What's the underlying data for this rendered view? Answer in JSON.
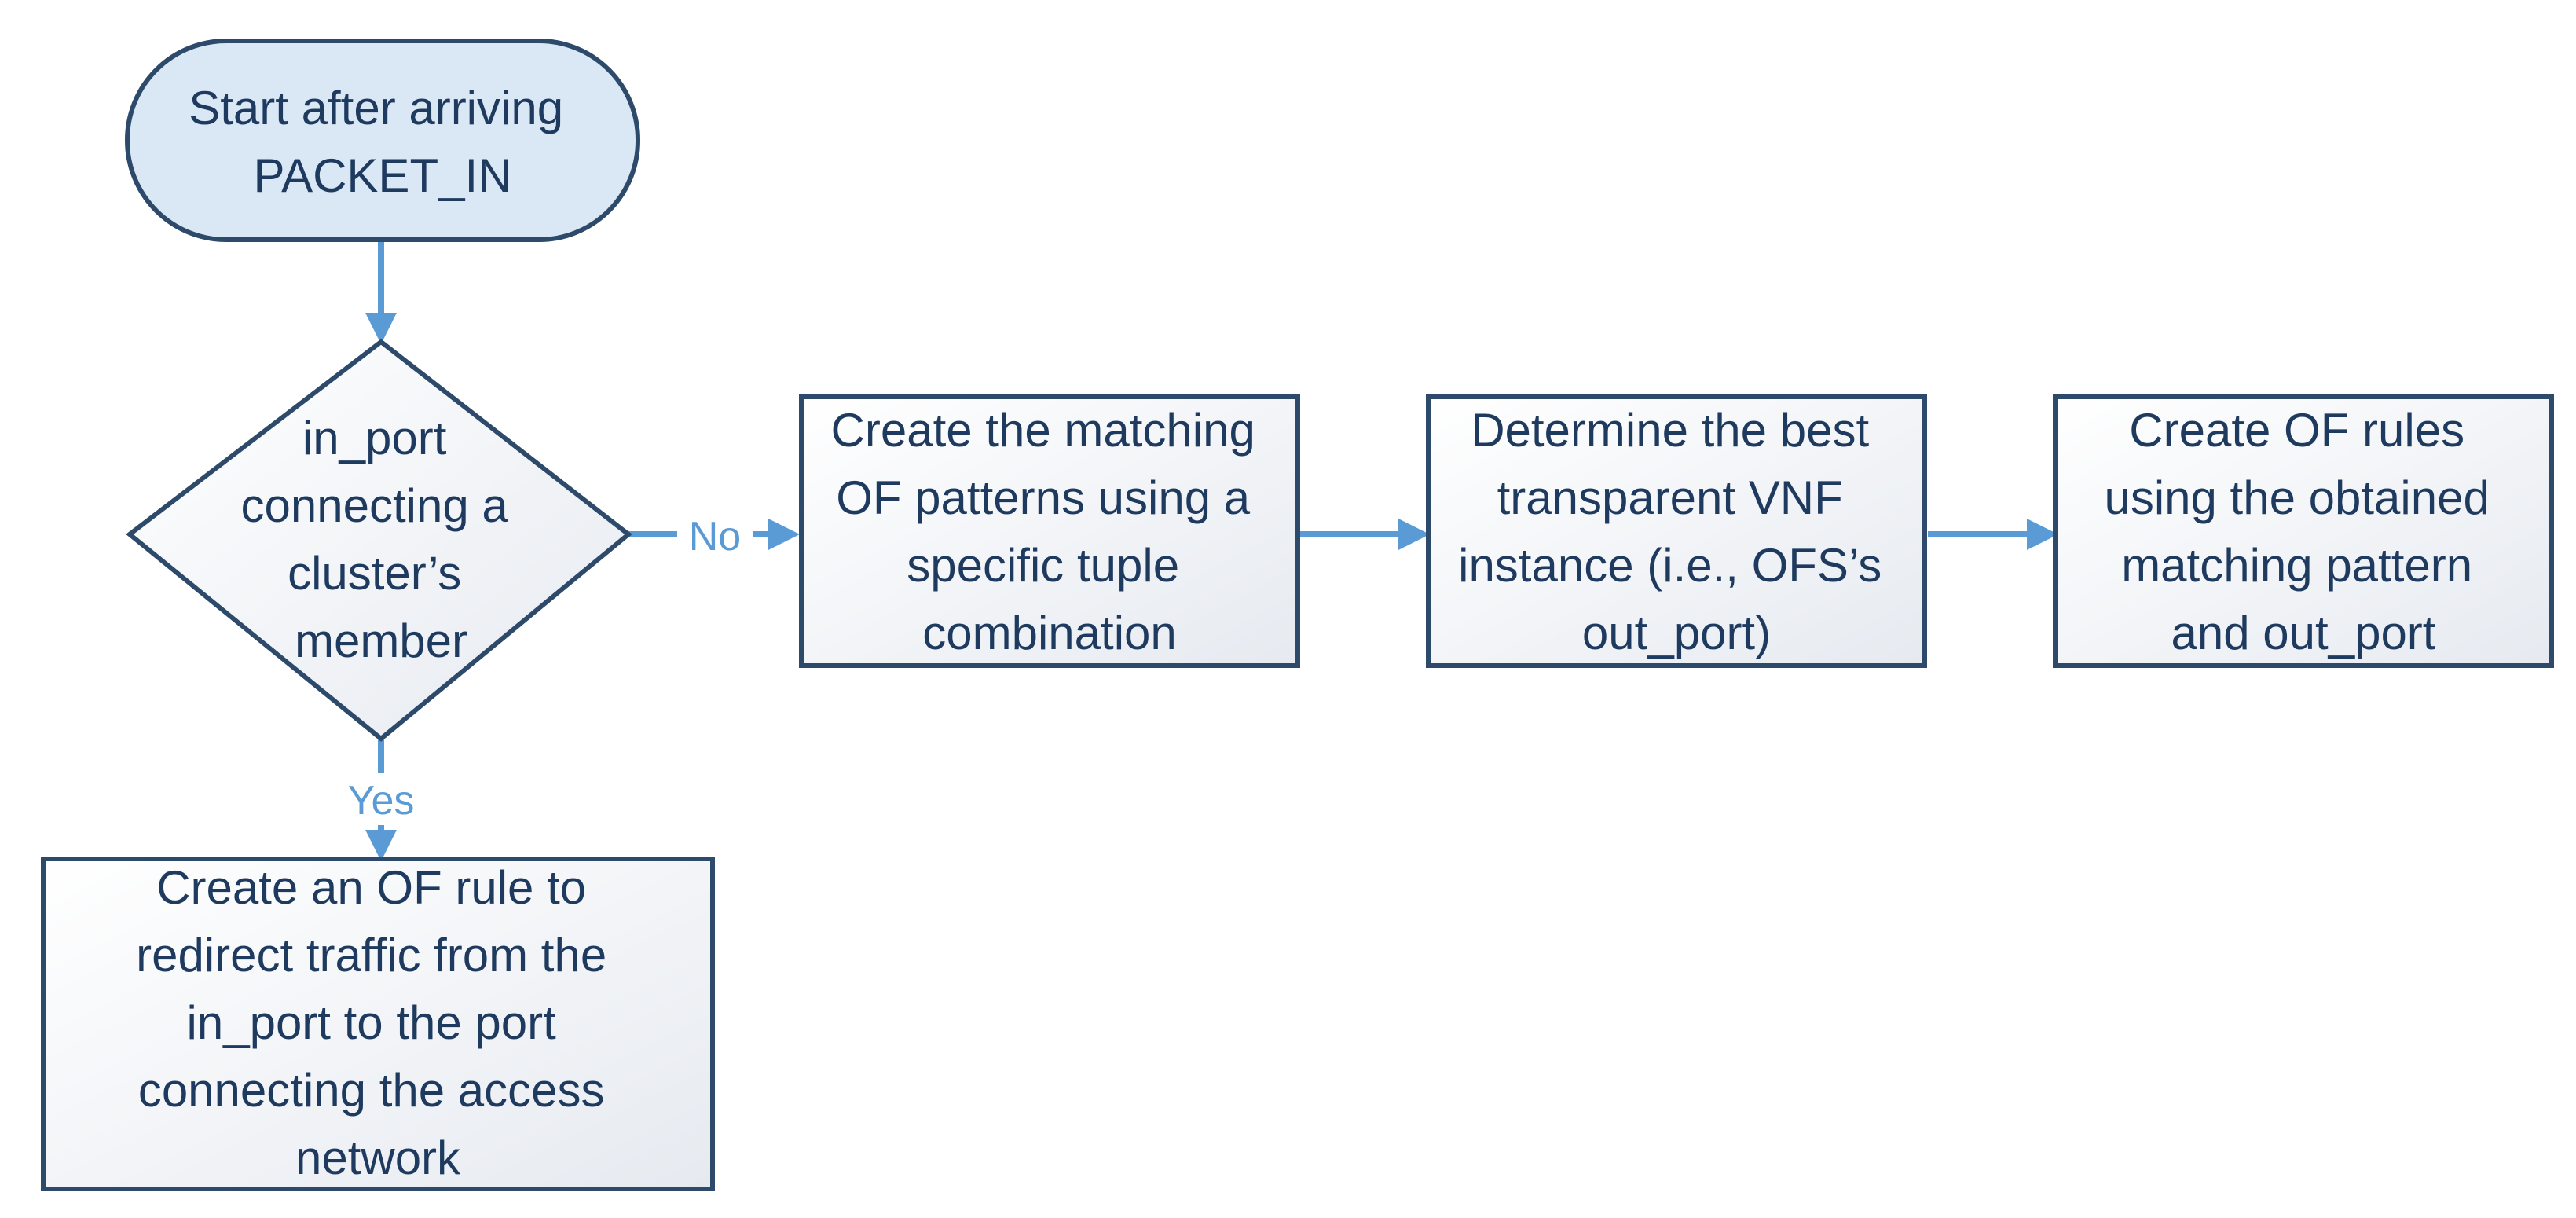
{
  "nodes": {
    "start": {
      "lines": [
        "Start after arriving",
        "PACKET_IN"
      ]
    },
    "decision": {
      "lines": [
        "in_port",
        "connecting a",
        "cluster’s",
        "member"
      ]
    },
    "create_patterns": {
      "lines": [
        "Create the matching",
        "OF patterns using a",
        "specific tuple",
        "combination"
      ]
    },
    "determine_vnf": {
      "lines": [
        "Determine the best",
        "transparent VNF",
        "instance (i.e., OFS’s",
        "out_port)"
      ]
    },
    "create_rules": {
      "lines": [
        "Create OF rules",
        "using the obtained",
        "matching pattern",
        "and out_port"
      ]
    },
    "redirect": {
      "lines": [
        "Create an OF rule to",
        "redirect traffic from the",
        "in_port to the port",
        "connecting the access",
        "network"
      ]
    }
  },
  "edges": {
    "no_label": "No",
    "yes_label": "Yes"
  },
  "colors": {
    "stroke": "#2E4A6B",
    "arrow": "#5B9BD5",
    "text": "#1F3A5F",
    "start_fill": "#DAE8F5",
    "box_fill_light": "#FFFFFF",
    "box_fill_dark": "#E8EBF0"
  }
}
